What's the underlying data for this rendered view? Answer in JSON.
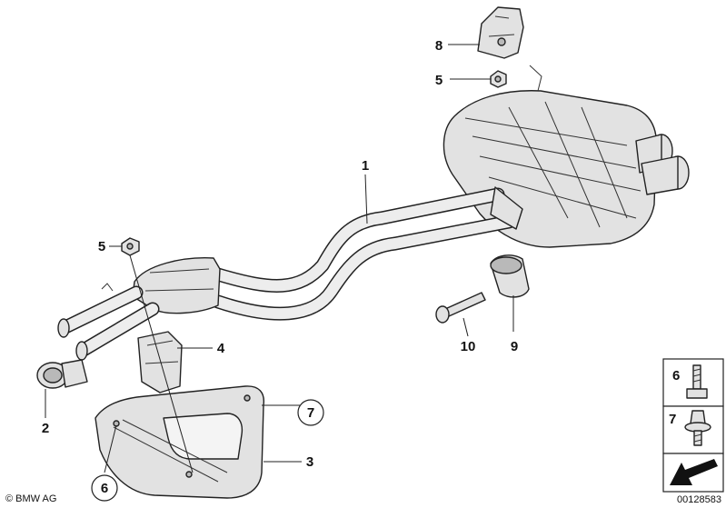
{
  "callouts": {
    "c1": "1",
    "c2": "2",
    "c3": "3",
    "c4": "4",
    "c5a": "5",
    "c5b": "5",
    "c6": "6",
    "c7": "7",
    "c8": "8",
    "c9": "9",
    "c10": "10"
  },
  "legend": {
    "item_6": "6",
    "item_7": "7"
  },
  "footer": {
    "copyright": "© BMW AG",
    "diagram_number": "00128583"
  },
  "colors": {
    "line": "#222222",
    "part_fill": "#e2e2e2",
    "background": "#ffffff"
  },
  "icons": [
    "arrow-icon",
    "bolt-icon",
    "flange-bolt-icon",
    "nut-icon"
  ]
}
